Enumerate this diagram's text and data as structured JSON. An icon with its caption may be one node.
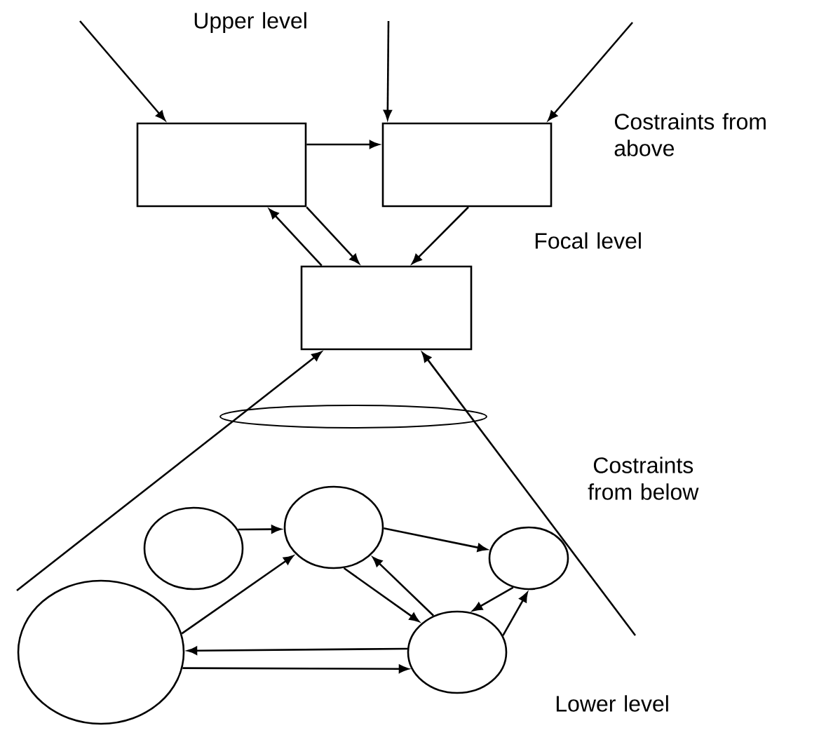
{
  "diagram": {
    "nodes": [
      {
        "text": [],
        "shape": "box"
      },
      {
        "text": [],
        "shape": "box"
      },
      {
        "text": [],
        "shape": "box"
      },
      {
        "text": [],
        "shape": "circle"
      },
      {
        "text": [],
        "shape": "circle"
      },
      {
        "text": [],
        "shape": "circle"
      },
      {
        "text": [],
        "shape": "circle"
      },
      {
        "text": [],
        "shape": "circle"
      }
    ],
    "edges": [
      {
        "from": null,
        "to": 0,
        "arrow": "to"
      },
      {
        "from": null,
        "to": 1,
        "arrow": "to"
      },
      {
        "from": null,
        "to": 1,
        "arrow": "to"
      },
      {
        "from": 0,
        "to": 1,
        "arrow": "to"
      },
      {
        "from": 2,
        "to": 0,
        "arrow": "to"
      },
      {
        "from": 0,
        "to": 2,
        "arrow": "to"
      },
      {
        "from": 1,
        "to": 2,
        "arrow": "to"
      },
      {
        "from": null,
        "to": 2,
        "arrow": "to"
      },
      {
        "from": null,
        "to": 2,
        "arrow": "to"
      },
      {
        "from": 4,
        "to": 3,
        "arrow": "to"
      },
      {
        "from": 6,
        "to": 3,
        "arrow": "to"
      },
      {
        "from": 3,
        "to": 5,
        "arrow": "to"
      },
      {
        "from": 3,
        "to": 7,
        "arrow": "to"
      },
      {
        "from": 7,
        "to": 3,
        "arrow": "to"
      },
      {
        "from": 5,
        "to": 7,
        "arrow": "to"
      },
      {
        "from": 7,
        "to": 5,
        "arrow": "to"
      },
      {
        "from": 7,
        "to": 6,
        "arrow": "to"
      },
      {
        "from": 6,
        "to": 7,
        "arrow": "to"
      }
    ],
    "labels": [
      "Upper level",
      "Costraints from above",
      "Focal level",
      "Costraints from below",
      "Lower level"
    ]
  }
}
